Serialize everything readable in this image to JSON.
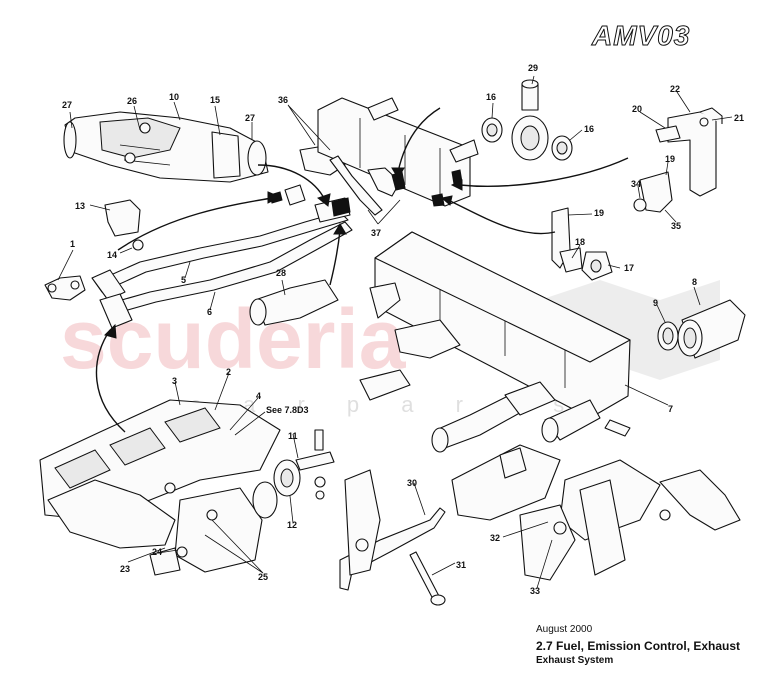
{
  "model": "AMV03",
  "date": "August 2000",
  "title": "2.7 Fuel, Emission Control, Exhaust",
  "subtitle": "Exhaust System",
  "watermark": {
    "main": "scuderia",
    "sub": "c a r p a r t s",
    "color": "#f2b9bd"
  },
  "reference_note": "See 7.8D3",
  "callouts": [
    "1",
    "2",
    "3",
    "4",
    "5",
    "6",
    "7",
    "8",
    "9",
    "10",
    "11",
    "12",
    "13",
    "14",
    "15",
    "16",
    "16",
    "17",
    "18",
    "19",
    "19",
    "20",
    "21",
    "22",
    "23",
    "24",
    "25",
    "26",
    "27",
    "27",
    "28",
    "29",
    "30",
    "31",
    "32",
    "33",
    "34",
    "35",
    "36",
    "37"
  ]
}
